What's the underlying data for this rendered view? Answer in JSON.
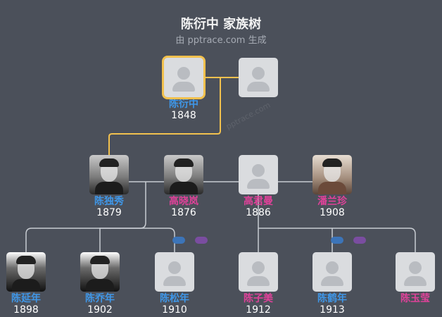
{
  "header": {
    "title": "陈衍中 家族树",
    "subtitle": "由 pptrace.com 生成"
  },
  "watermark": "pptrace.com",
  "colors": {
    "male_name": "#3f97e8",
    "female_name": "#e0429a",
    "highlight_border": "#f2c14e",
    "background": "#4b505a"
  },
  "people": {
    "chen_yanzhong": {
      "name": "陈衍中",
      "year": "1848",
      "gender": "male",
      "photo": "placeholder"
    },
    "spouse_top": {
      "name": "",
      "year": "",
      "gender": "unknown",
      "photo": "placeholder"
    },
    "chen_duxiu": {
      "name": "陈独秀",
      "year": "1879",
      "gender": "male",
      "photo": "portrait"
    },
    "gao_xiaolan": {
      "name": "高晓岚",
      "year": "1876",
      "gender": "female",
      "photo": "portrait"
    },
    "gao_junman": {
      "name": "高君曼",
      "year": "1886",
      "gender": "female",
      "photo": "placeholder"
    },
    "pan_lanzhen": {
      "name": "潘兰珍",
      "year": "1908",
      "gender": "female",
      "photo": "portrait"
    },
    "chen_yannian": {
      "name": "陈延年",
      "year": "1898",
      "gender": "male",
      "photo": "portrait"
    },
    "chen_qiaonian": {
      "name": "陈乔年",
      "year": "1902",
      "gender": "male",
      "photo": "portrait"
    },
    "chen_songnian": {
      "name": "陈松年",
      "year": "1910",
      "gender": "male",
      "photo": "placeholder"
    },
    "chen_zimei": {
      "name": "陈子美",
      "year": "1912",
      "gender": "female",
      "photo": "placeholder"
    },
    "chen_henian": {
      "name": "陈鹤年",
      "year": "1913",
      "gender": "male",
      "photo": "placeholder"
    },
    "chen_yuying": {
      "name": "陈玉莹",
      "year": "",
      "gender": "female",
      "photo": "placeholder"
    }
  }
}
